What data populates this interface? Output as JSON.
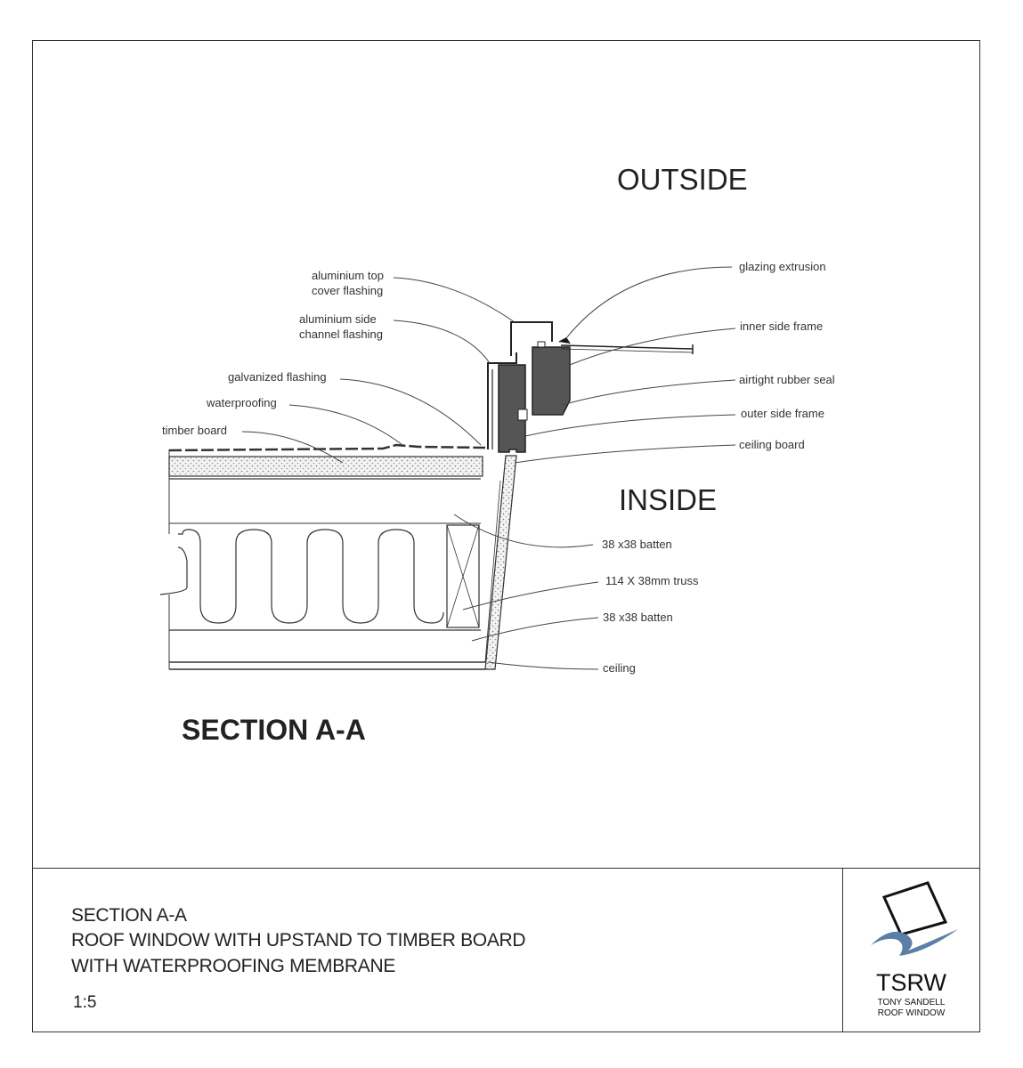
{
  "drawing": {
    "outside_label": "OUTSIDE",
    "inside_label": "INSIDE",
    "section_label": "SECTION A-A",
    "callouts_left": [
      "aluminium top",
      "cover flashing",
      "aluminium side",
      "channel flashing",
      "galvanized flashing",
      "waterproofing",
      "timber board"
    ],
    "callouts_right": [
      "glazing extrusion",
      "inner side frame",
      "airtight rubber seal",
      "outer side frame",
      "ceiling board",
      "38 x38 batten",
      "114 X 38mm truss",
      "38 x38 batten",
      "ceiling"
    ]
  },
  "title_block": {
    "line1": "SECTION A-A",
    "line2": "ROOF WINDOW WITH UPSTAND TO TIMBER BOARD",
    "line3": "WITH WATERPROOFING MEMBRANE",
    "scale": "1:5"
  },
  "logo": {
    "name": "TSRW",
    "sub1": "TONY SANDELL",
    "sub2": "ROOF WINDOW",
    "wave_color": "#5b7fa6"
  }
}
